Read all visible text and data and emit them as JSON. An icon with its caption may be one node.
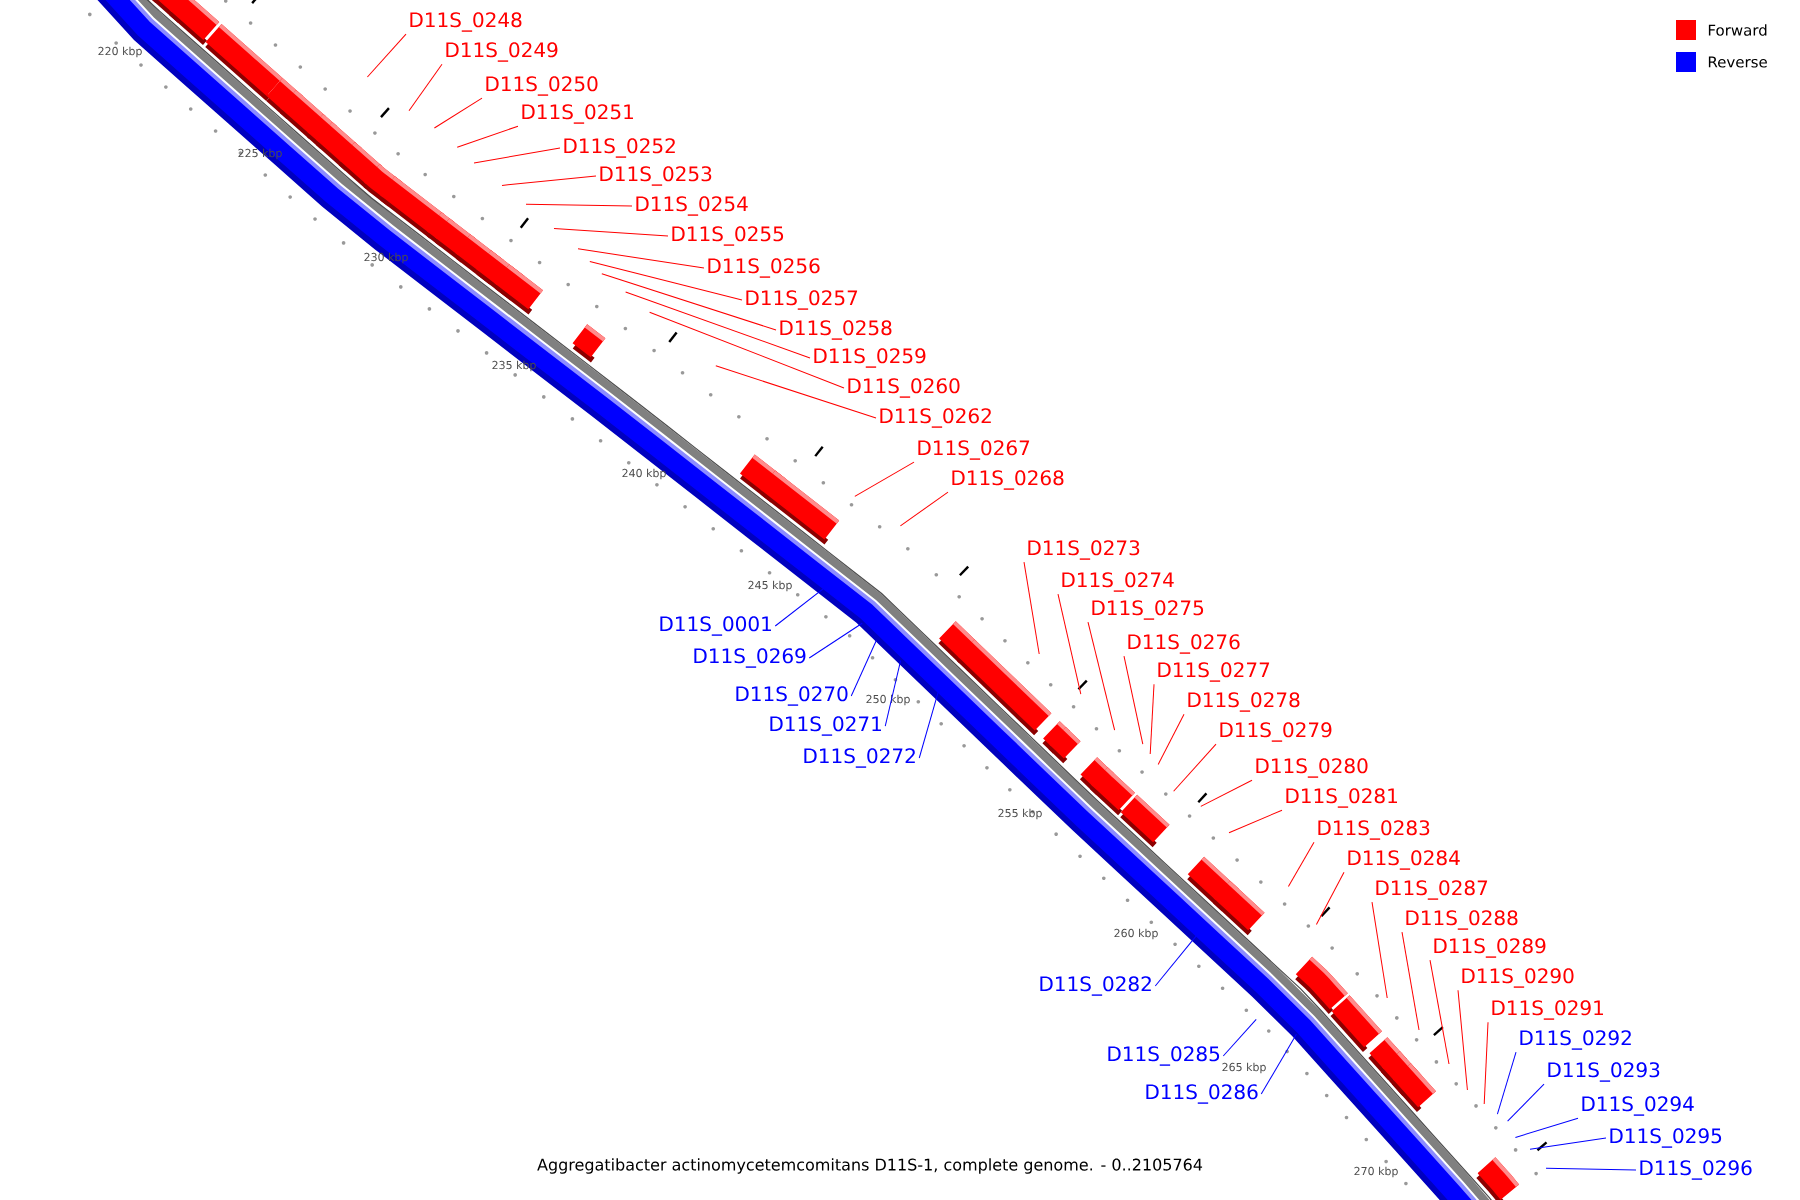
{
  "diagram": {
    "caption": "Aggregatibacter actinomycetemcomitans D11S-1, complete genome. - 0..2105764",
    "nodes": [
      {
        "text": [
          "D11S_0248"
        ]
      },
      {
        "text": [
          "D11S_0249"
        ]
      },
      {
        "text": [
          "D11S_0250"
        ]
      },
      {
        "text": [
          "D11S_0251"
        ]
      },
      {
        "text": [
          "D11S_0252"
        ]
      },
      {
        "text": [
          "D11S_0253"
        ]
      },
      {
        "text": [
          "D11S_0254"
        ]
      },
      {
        "text": [
          "D11S_0255"
        ]
      },
      {
        "text": [
          "D11S_0256"
        ]
      },
      {
        "text": [
          "D11S_0257"
        ]
      },
      {
        "text": [
          "D11S_0258"
        ]
      },
      {
        "text": [
          "D11S_0259"
        ]
      },
      {
        "text": [
          "D11S_0260"
        ]
      },
      {
        "text": [
          "D11S_0262"
        ]
      },
      {
        "text": [
          "D11S_0267"
        ]
      },
      {
        "text": [
          "D11S_0268"
        ]
      },
      {
        "text": [
          "D11S_0273"
        ]
      },
      {
        "text": [
          "D11S_0274"
        ]
      },
      {
        "text": [
          "D11S_0275"
        ]
      },
      {
        "text": [
          "D11S_0001"
        ]
      },
      {
        "text": [
          "D11S_0276"
        ]
      },
      {
        "text": [
          "D11S_0269"
        ]
      },
      {
        "text": [
          "D11S_0277"
        ]
      },
      {
        "text": [
          "D11S_0270"
        ]
      },
      {
        "text": [
          "D11S_0278"
        ]
      },
      {
        "text": [
          "D11S_0271"
        ]
      },
      {
        "text": [
          "D11S_0279"
        ]
      },
      {
        "text": [
          "D11S_0272"
        ]
      },
      {
        "text": [
          "D11S_0280"
        ]
      },
      {
        "text": [
          "D11S_0281"
        ]
      },
      {
        "text": [
          "D11S_0283"
        ]
      },
      {
        "text": [
          "D11S_0284"
        ]
      },
      {
        "text": [
          "D11S_0287"
        ]
      },
      {
        "text": [
          "D11S_0288"
        ]
      },
      {
        "text": [
          "D11S_0289"
        ]
      },
      {
        "text": [
          "D11S_0290"
        ]
      },
      {
        "text": [
          "D11S_0282"
        ]
      },
      {
        "text": [
          "D11S_0291"
        ]
      },
      {
        "text": [
          "D11S_0292"
        ]
      },
      {
        "text": [
          "D11S_0285"
        ]
      },
      {
        "text": [
          "D11S_0293"
        ]
      },
      {
        "text": [
          "D11S_0286"
        ]
      },
      {
        "text": [
          "D11S_0294"
        ]
      },
      {
        "text": [
          "D11S_0295"
        ]
      },
      {
        "text": [
          "D11S_0296"
        ]
      }
    ],
    "edges": [
      {
        "from": 0,
        "to": null,
        "arrow": "none"
      },
      {
        "from": 1,
        "to": null,
        "arrow": "none"
      },
      {
        "from": 2,
        "to": null,
        "arrow": "none"
      },
      {
        "from": 3,
        "to": null,
        "arrow": "none"
      },
      {
        "from": 4,
        "to": null,
        "arrow": "none"
      },
      {
        "from": 5,
        "to": null,
        "arrow": "none"
      },
      {
        "from": 6,
        "to": null,
        "arrow": "none"
      },
      {
        "from": 7,
        "to": null,
        "arrow": "none"
      },
      {
        "from": 8,
        "to": null,
        "arrow": "none"
      },
      {
        "from": 9,
        "to": null,
        "arrow": "none"
      },
      {
        "from": 10,
        "to": null,
        "arrow": "none"
      },
      {
        "from": 11,
        "to": null,
        "arrow": "none"
      },
      {
        "from": 12,
        "to": null,
        "arrow": "none"
      },
      {
        "from": 13,
        "to": null,
        "arrow": "none"
      },
      {
        "from": 14,
        "to": null,
        "arrow": "none"
      },
      {
        "from": 15,
        "to": null,
        "arrow": "none"
      },
      {
        "from": 16,
        "to": null,
        "arrow": "none"
      },
      {
        "from": 17,
        "to": null,
        "arrow": "none"
      },
      {
        "from": 18,
        "to": null,
        "arrow": "none"
      },
      {
        "from": 19,
        "to": null,
        "arrow": "none",
        "color": "#0000ff"
      },
      {
        "from": 20,
        "to": null,
        "arrow": "none"
      },
      {
        "from": 21,
        "to": null,
        "arrow": "none",
        "color": "#0000ff"
      },
      {
        "from": 22,
        "to": null,
        "arrow": "none"
      },
      {
        "from": 23,
        "to": null,
        "arrow": "none",
        "color": "#0000ff"
      },
      {
        "from": 24,
        "to": null,
        "arrow": "none"
      },
      {
        "from": 25,
        "to": null,
        "arrow": "none",
        "color": "#0000ff"
      },
      {
        "from": 26,
        "to": null,
        "arrow": "none"
      },
      {
        "from": 27,
        "to": null,
        "arrow": "none",
        "color": "#0000ff"
      },
      {
        "from": 28,
        "to": null,
        "arrow": "none"
      },
      {
        "from": 29,
        "to": null,
        "arrow": "none"
      },
      {
        "from": 30,
        "to": null,
        "arrow": "none"
      },
      {
        "from": 31,
        "to": null,
        "arrow": "none"
      },
      {
        "from": 32,
        "to": null,
        "arrow": "none"
      },
      {
        "from": 33,
        "to": null,
        "arrow": "none"
      },
      {
        "from": 34,
        "to": null,
        "arrow": "none"
      },
      {
        "from": 35,
        "to": null,
        "arrow": "none"
      },
      {
        "from": 36,
        "to": null,
        "arrow": "none",
        "color": "#0000ff"
      },
      {
        "from": 37,
        "to": null,
        "arrow": "none"
      },
      {
        "from": 38,
        "to": null,
        "arrow": "none",
        "color": "#0000ff"
      },
      {
        "from": 39,
        "to": null,
        "arrow": "none",
        "color": "#0000ff"
      },
      {
        "from": 40,
        "to": null,
        "arrow": "none",
        "color": "#0000ff"
      },
      {
        "from": 41,
        "to": null,
        "arrow": "none",
        "color": "#0000ff"
      },
      {
        "from": 42,
        "to": null,
        "arrow": "none",
        "color": "#0000ff"
      },
      {
        "from": 43,
        "to": null,
        "arrow": "none",
        "color": "#0000ff"
      },
      {
        "from": 44,
        "to": null,
        "arrow": "none",
        "color": "#0000ff"
      }
    ],
    "labels": [
      "220 kbp",
      "225 kbp",
      "230 kbp",
      "235 kbp",
      "240 kbp",
      "245 kbp",
      "250 kbp",
      "255 kbp",
      "260 kbp",
      "265 kbp",
      "270 kbp"
    ],
    "legend": [
      {
        "text": "Forward",
        "color": "#ff0000"
      },
      {
        "text": "Reverse",
        "color": "#0000ff"
      }
    ]
  }
}
